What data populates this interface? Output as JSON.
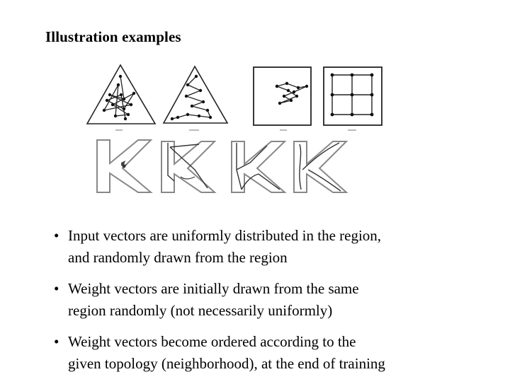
{
  "slide": {
    "title": "Illustration examples",
    "bullet_glyph": "•",
    "bullets": [
      {
        "line1": "Input vectors are uniformly distributed in the region,",
        "line2": "and randomly drawn from the region"
      },
      {
        "line1": "Weight vectors are initially drawn from the same",
        "line2": "region randomly (not necessarily uniformly)"
      },
      {
        "line1": "Weight vectors become ordered according to the",
        "line2": "given topology (neighborhood), at the end of training"
      }
    ]
  },
  "figure": {
    "panels": [
      "triangle-random-weights",
      "triangle-ordered-chain",
      "square-early-weights",
      "square-ordered-grid",
      "k-shape-initial",
      "k-shape-early",
      "k-shape-mid",
      "k-shape-final"
    ]
  }
}
